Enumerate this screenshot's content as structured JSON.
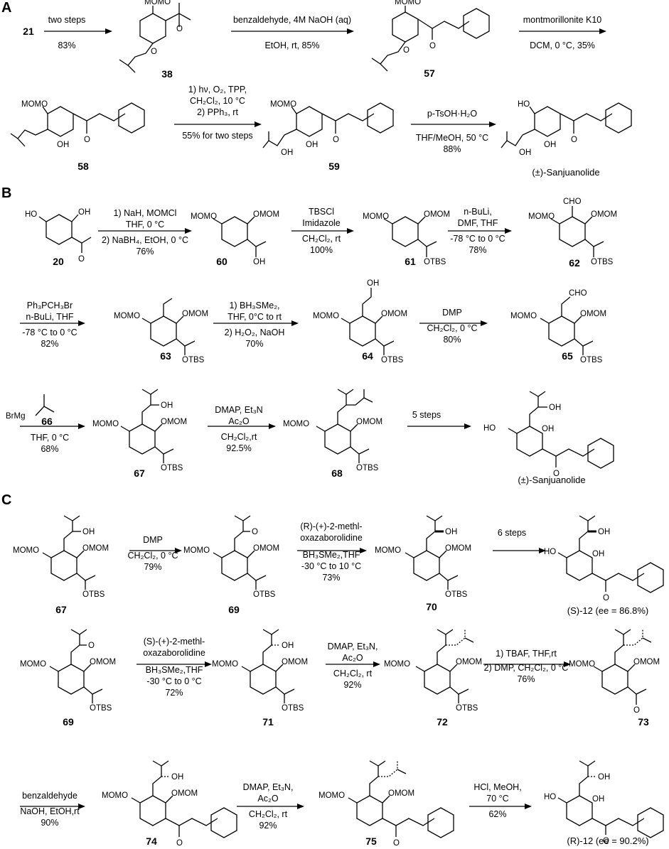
{
  "panels": [
    "A",
    "B",
    "C"
  ],
  "compounds": {
    "c21": "21",
    "c38": "38",
    "c57": "57",
    "c58": "58",
    "c59": "59",
    "c20": "20",
    "c60": "60",
    "c61": "61",
    "c62": "62",
    "c63": "63",
    "c64": "64",
    "c65": "65",
    "c66": "66",
    "c67": "67",
    "c68": "68",
    "c69": "69",
    "c70": "70",
    "c71": "71",
    "c72": "72",
    "c73": "73",
    "c74": "74",
    "c75": "75"
  },
  "products": {
    "sanjA": "(±)-Sanjuanolide",
    "sanjB": "(±)-Sanjuanolide",
    "s12": "(S)-12 (ee = 86.8%)",
    "r12": "(R)-12 (ee = 90.2%)"
  },
  "conditions": {
    "a1_top": "two steps",
    "a1_bot": "83%",
    "a2_top": "benzaldehyde, 4M NaOH (aq)",
    "a2_bot": "EtOH, rt, 85%",
    "a3_top": "montmorillonite K10",
    "a3_bot": "DCM, 0 °C, 35%",
    "a4_l1": "1) hν, O₂, TPP,",
    "a4_l2": "CH₂Cl₂, 10 °C",
    "a4_l3": "2) PPh₃, rt",
    "a4_bot": "55% for two steps",
    "a5_top": "p-TsOH·H₂O",
    "a5_b1": "THF/MeOH, 50 °C",
    "a5_b2": "88%",
    "b1_l1": "1) NaH, MOMCl",
    "b1_l2": "THF, 0 °C",
    "b1_l3": "2) NaBH₄, EtOH, 0 °C",
    "b1_l4": "76%",
    "b2_l1": "TBSCl",
    "b2_l2": "Imidazole",
    "b2_l3": "CH₂Cl₂, rt",
    "b2_l4": "100%",
    "b3_l1": "n-BuLi,",
    "b3_l2": "DMF, THF",
    "b3_l3": "-78 °C to 0 °C",
    "b3_l4": "78%",
    "b4_l1": "Ph₃PCH₃Br",
    "b4_l2": "n-BuLi, THF",
    "b4_l3": "-78 °C to 0 °C",
    "b4_l4": "82%",
    "b5_l1": "1) BH₃SMe₂,",
    "b5_l2": "THF, 0°C to rt",
    "b5_l3": "2) H₂O₂, NaOH",
    "b5_l4": "70%",
    "b6_l1": "DMP",
    "b6_l2": "CH₂Cl₂, 0 °C",
    "b6_l3": "80%",
    "b7_l1": "THF, 0 °C",
    "b7_l2": "68%",
    "b8_l1": "DMAP, Et₃N",
    "b8_l2": "Ac₂O",
    "b8_l3": "CH₂Cl₂,rt",
    "b8_l4": "92.5%",
    "b9_l1": "5 steps",
    "c1_l1": "DMP",
    "c1_l2": "CH₂Cl₂, 0 °C",
    "c1_l3": "79%",
    "c2_l1": "(R)-(+)-2-methl-",
    "c2_l2": "oxazaborolidine",
    "c2_l3": "BH₃SMe₂,THF",
    "c2_l4": "-30 °C to 10 °C",
    "c2_l5": "73%",
    "c3_l1": "6 steps",
    "c4_l1": "(S)-(+)-2-methl-",
    "c4_l2": "oxazaborolidine",
    "c4_l3": "BH₃SMe₂,THF",
    "c4_l4": "-30 °C to 0 °C",
    "c4_l5": "72%",
    "c5_l1": "DMAP, Et₃N,",
    "c5_l2": "Ac₂O",
    "c5_l3": "CH₂Cl₂, rt",
    "c5_l4": "92%",
    "c6_l1": "1) TBAF, THF,rt",
    "c6_l2": "2) DMP, CH₂Cl₂, 0 °C",
    "c6_l3": "76%",
    "c7_l1": "benzaldehyde",
    "c7_l2": "NaOH, EtOH,rt",
    "c7_l3": "90%",
    "c8_l1": "DMAP, Et₃N,",
    "c8_l2": "Ac₂O",
    "c8_l3": "CH₂Cl₂, rt",
    "c8_l4": "92%",
    "c9_l1": "HCl, MeOH,",
    "c9_l2": "70 °C",
    "c9_l3": "62%"
  },
  "groups": {
    "mom": "MOMO",
    "omom": "OMOM",
    "ho": "HO",
    "oh": "OH",
    "otbs": "OTBS",
    "cho": "CHO",
    "o": "O",
    "brmg": "BrMg"
  }
}
